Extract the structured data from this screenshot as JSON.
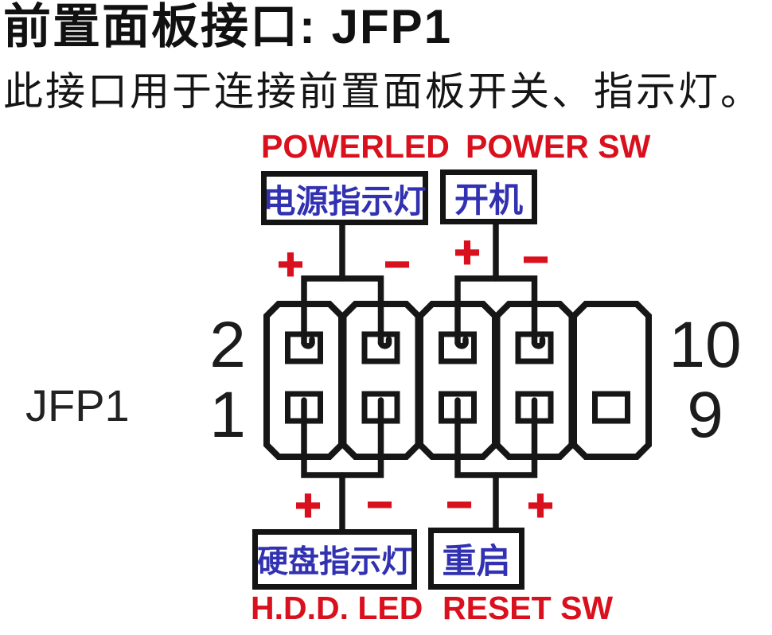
{
  "header": {
    "title": "前置面板接口: JFP1",
    "subtitle": "此接口用于连接前置面板开关、指示灯。"
  },
  "connector": {
    "label": "JFP1",
    "pins": {
      "top_left": "2",
      "bottom_left": "1",
      "top_right": "10",
      "bottom_right": "9"
    }
  },
  "functions": {
    "power_led": {
      "label_en": "POWERLED",
      "label_zh": "电源指示灯"
    },
    "power_sw": {
      "label_en": "POWER SW",
      "label_zh": "开机"
    },
    "hdd_led": {
      "label_en": "H.D.D. LED",
      "label_zh": "硬盘指示灯"
    },
    "reset_sw": {
      "label_en": "RESET SW",
      "label_zh": "重启"
    }
  },
  "polarity": {
    "plus": "+",
    "minus": "−"
  },
  "colors": {
    "label_red": "#d9101d",
    "label_blue": "#3131b2",
    "line_black": "#161616"
  }
}
